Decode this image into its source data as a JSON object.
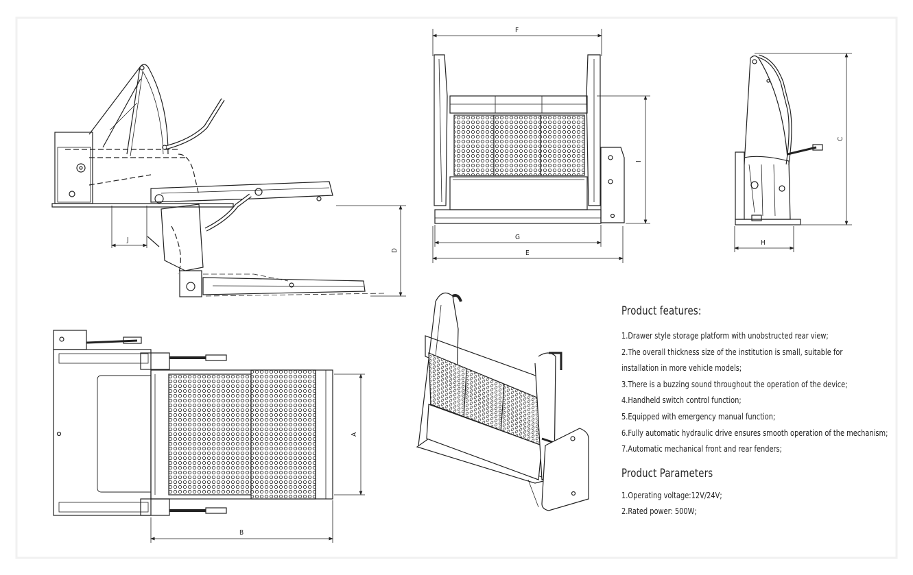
{
  "colors": {
    "line": "#222222",
    "paper": "#ffffff",
    "frame": "#f1f1f1"
  },
  "dimensions": {
    "A": "A",
    "B": "B",
    "C": "C",
    "D": "D",
    "E": "E",
    "F": "F",
    "G": "G",
    "H": "H",
    "I": "I",
    "J": "J"
  },
  "features": {
    "heading": "Product features:",
    "items": [
      "1.Drawer style storage platform with unobstructed rear view;",
      "2.The overall thickness size of the institution is small, suitable for installation in more vehicle models;",
      "3.There is a buzzing sound throughout the operation of the device;",
      "4.Handheld switch control function;",
      "5.Equipped with emergency manual function;",
      "6.Fully automatic hydraulic drive ensures smooth operation of the mechanism;",
      "7.Automatic mechanical front and rear fenders;"
    ]
  },
  "parameters": {
    "heading": "Product Parameters",
    "items": [
      "1.Operating voltage:12V/24V;",
      "2.Rated power: 500W;"
    ]
  }
}
